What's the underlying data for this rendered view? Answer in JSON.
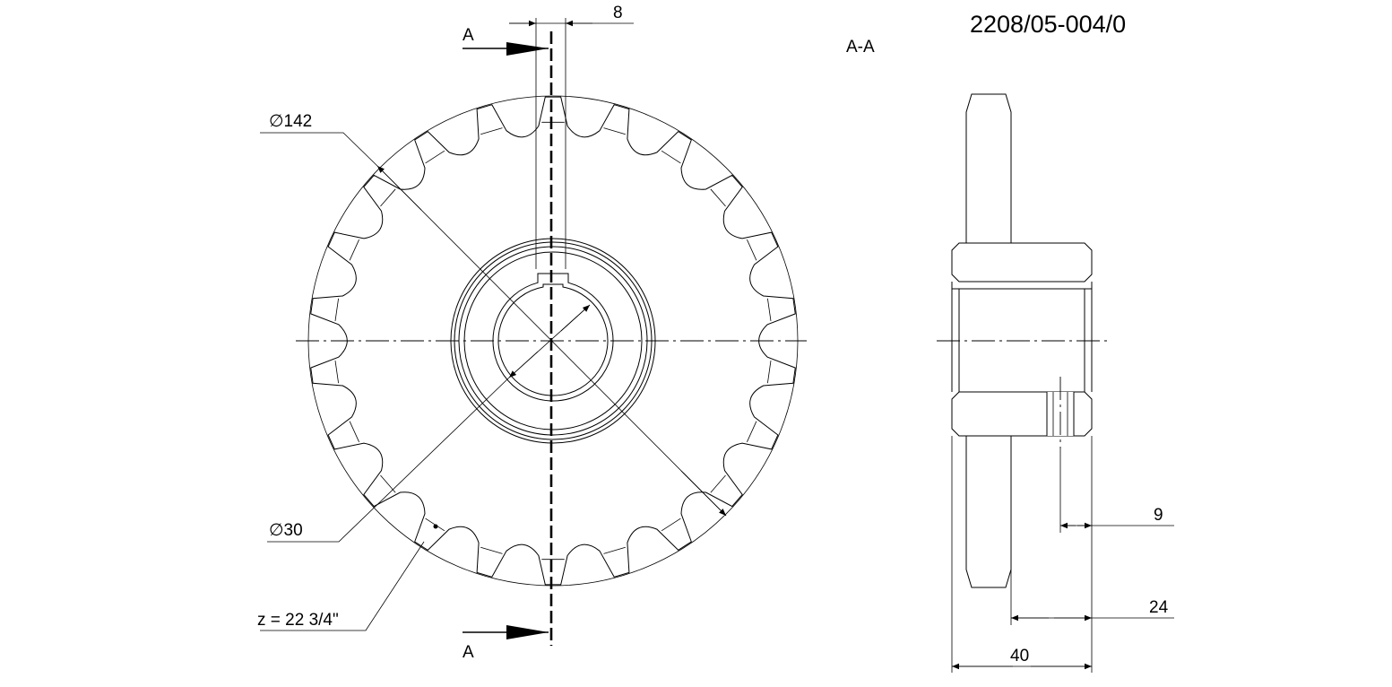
{
  "drawing": {
    "number": "2208/05-004/0",
    "section_title": "A-A",
    "section_marker": "A",
    "front_view": {
      "tooth_count": 22,
      "labels": {
        "outer_diameter": "∅142",
        "bore_diameter": "∅30",
        "teeth_spec": "z = 22 3/4\"",
        "keyway_width": "8"
      }
    },
    "side_view": {
      "labels": {
        "hole_dim": "9",
        "hub_offset": "24",
        "hub_length": "40"
      }
    }
  }
}
